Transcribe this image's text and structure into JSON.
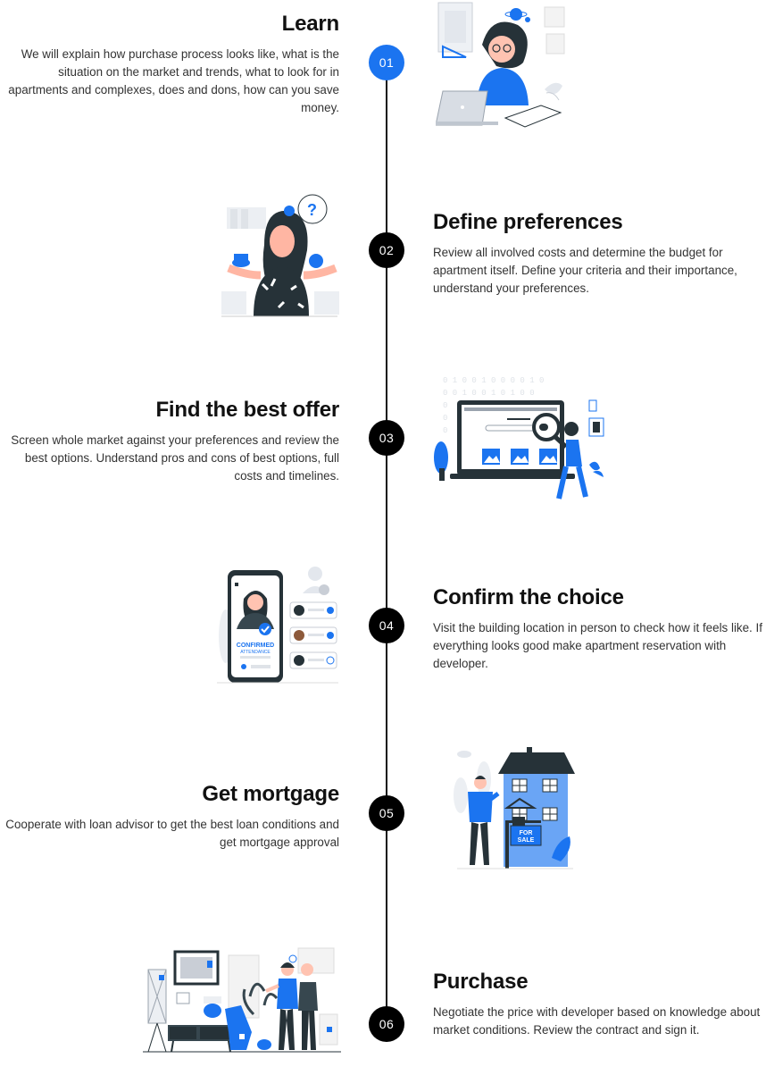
{
  "accent_color": "#1b74f0",
  "steps": [
    {
      "number": "01",
      "title": "Learn",
      "description": "We will explain how purchase process looks like, what is the situation on the market and trends, what to look for in apartments and complexes, does and dons, how can you save money.",
      "illustration": "woman-studying-laptop-illustration"
    },
    {
      "number": "02",
      "title": "Define preferences",
      "description": "Review all involved costs and determine the budget for apartment itself. Define your criteria and their importance, understand your preferences.",
      "illustration": "woman-comparing-options-illustration"
    },
    {
      "number": "03",
      "title": "Find the best offer",
      "description": "Screen whole market against your preferences and review the best options. Understand pros and cons of best options, full costs and timelines.",
      "illustration": "woman-searching-screen-illustration"
    },
    {
      "number": "04",
      "title": "Confirm the choice",
      "description": "Visit the building location in person to check how it feels like. If everything looks good make apartment reservation with developer.",
      "illustration": "confirmed-attendance-phone-illustration",
      "illustration_text": "CONFIRMED",
      "illustration_subtext": "ATTENDANCE"
    },
    {
      "number": "05",
      "title": "Get mortgage",
      "description": "Cooperate with loan advisor to get the best loan conditions and get mortgage approval",
      "illustration": "house-for-sale-illustration",
      "illustration_text": "FOR",
      "illustration_subtext": "SALE"
    },
    {
      "number": "06",
      "title": "Purchase",
      "description": "Negotiate the price with developer based on knowledge about market conditions. Review the contract and sign it.",
      "illustration": "couple-new-apartment-illustration"
    }
  ]
}
